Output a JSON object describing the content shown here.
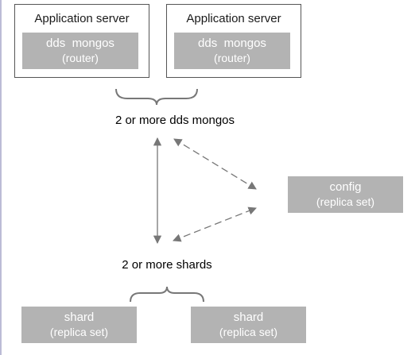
{
  "app_servers": [
    {
      "title": "Application server",
      "component": "dds  mongos",
      "role": "(router)"
    },
    {
      "title": "Application server",
      "component": "dds  mongos",
      "role": "(router)"
    }
  ],
  "mongos_label": "2 or more dds mongos",
  "config": {
    "name": "config",
    "role": "(replica set)"
  },
  "shards_label": "2 or more shards",
  "shards": [
    {
      "name": "shard",
      "role": "(replica set)"
    },
    {
      "name": "shard",
      "role": "(replica set)"
    }
  ],
  "colors": {
    "box_fill": "#b3b3b3",
    "box_text": "#ffffff",
    "border": "#555555",
    "arrow": "#777777"
  }
}
